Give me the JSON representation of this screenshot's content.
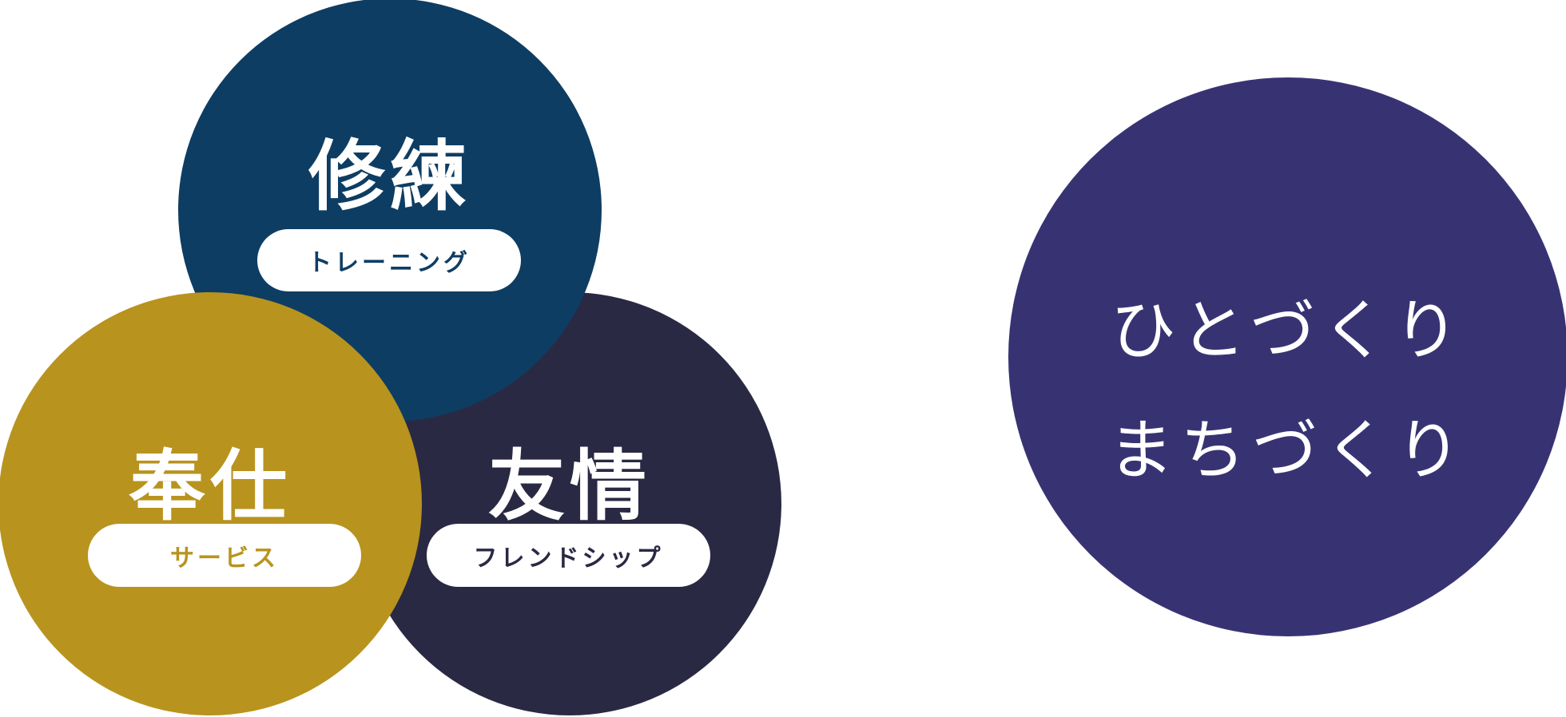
{
  "circles": [
    {
      "title": "修練",
      "subtitle": "トレーニング",
      "color": "#0e3d63"
    },
    {
      "title": "奉仕",
      "subtitle": "サービス",
      "color": "#b8931e"
    },
    {
      "title": "友情",
      "subtitle": "フレンドシップ",
      "color": "#2a2944"
    }
  ],
  "arrow": {
    "icon": "arrow-right-icon",
    "color": "#666666"
  },
  "result": {
    "line1": "ひとづくり",
    "line2": "まちづくり",
    "color": "#373373"
  }
}
